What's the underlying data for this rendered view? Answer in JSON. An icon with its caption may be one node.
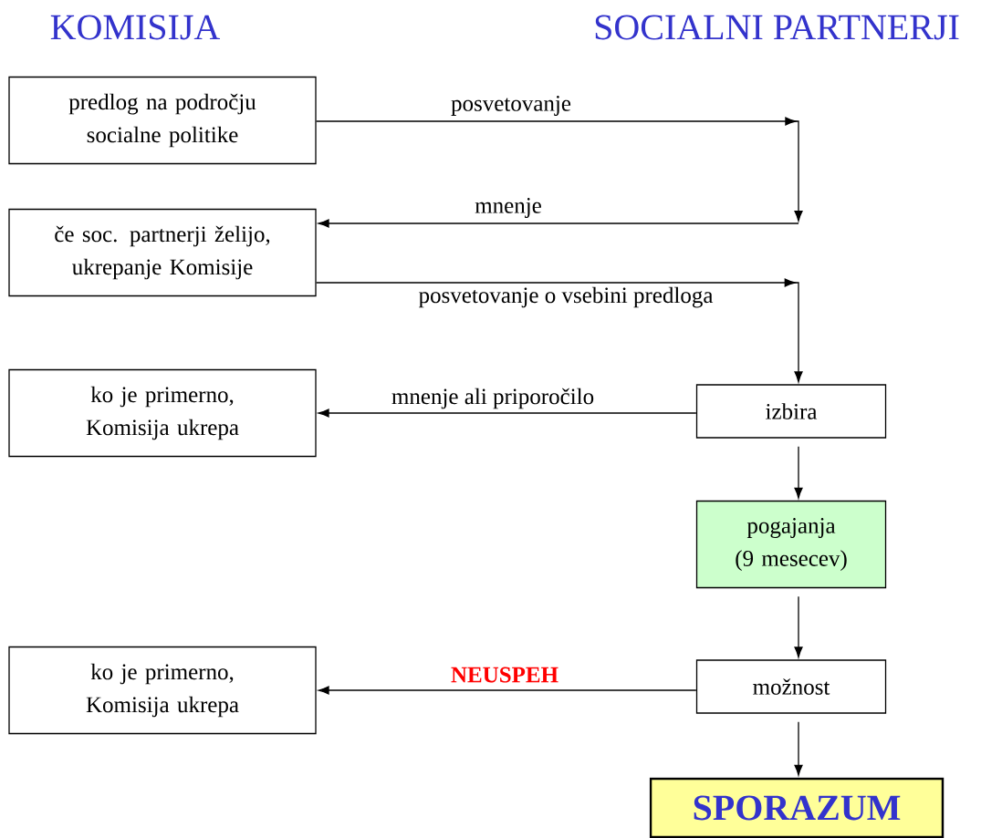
{
  "diagram": {
    "nodes": [
      {
        "text": [
          "predlog na področju socialne politike"
        ]
      },
      {
        "text": [
          "če soc. partnerji želijo, ukrepanje Komisije"
        ]
      },
      {
        "text": [
          "ko je primerno, Komisija ukrepa"
        ]
      },
      {
        "text": [
          "izbira"
        ]
      },
      {
        "text": [
          "pogajanja (9 mesecev)"
        ]
      },
      {
        "text": [
          "ko je primerno, Komisija ukrepa"
        ]
      },
      {
        "text": [
          "možnost"
        ]
      },
      {
        "text": [
          "SPORAZUM"
        ]
      }
    ],
    "edges": [
      {
        "from": 0,
        "to": null,
        "arrow": "to",
        "label": "posvetovanje"
      },
      {
        "from": null,
        "to": 1,
        "arrow": "to",
        "label": "mnenje"
      },
      {
        "from": 1,
        "to": 3,
        "arrow": "to",
        "label": "posvetovanje o vsebini predloga"
      },
      {
        "from": 3,
        "to": 2,
        "arrow": "to",
        "label": "mnenje ali priporočilo"
      },
      {
        "from": 3,
        "to": 4,
        "arrow": "to"
      },
      {
        "from": 4,
        "to": 6,
        "arrow": "to"
      },
      {
        "from": 6,
        "to": 5,
        "arrow": "to",
        "label": "NEUSPEH"
      },
      {
        "from": 6,
        "to": 7,
        "arrow": "to"
      }
    ],
    "labels": [
      "KOMISIJA",
      "SOCIALNI PARTNERJI"
    ]
  }
}
